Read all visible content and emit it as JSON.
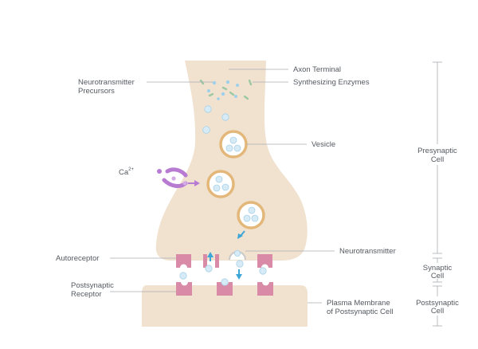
{
  "colors": {
    "cell": "#f1e2cf",
    "vesicle_ring": "#e3b77a",
    "vesicle_fill": "#ffffff",
    "particle": "#d6ebf6",
    "particle_stroke": "#a8d1e8",
    "enzyme": "#9cc9a4",
    "receptor": "#d98aa6",
    "arrow": "#3ea6d6",
    "calcium": "#b77bd1",
    "leader": "#a9adb2",
    "label": "#555a60"
  },
  "labels": {
    "axon_terminal": "Axon Terminal",
    "precursors_line1": "Neurotransmitter",
    "precursors_line2": "Precursors",
    "enzymes": "Synthesizing Enzymes",
    "vesicle": "Vesicle",
    "calcium": "Ca",
    "calcium_charge": "2+",
    "neurotransmitter": "Neurotransmitter",
    "autoreceptor": "Autoreceptor",
    "postsynaptic_receptor_line1": "Postsynaptic",
    "postsynaptic_receptor_line2": "Receptor",
    "plasma_membrane_line1": "Plasma Membrane",
    "plasma_membrane_line2": "of Postsynaptic Cell"
  },
  "regions": {
    "presynaptic_line1": "Presynaptic",
    "presynaptic_line2": "Cell",
    "synaptic_line1": "Synaptic",
    "synaptic_line2": "Cell",
    "postsynaptic_line1": "Postsynaptic",
    "postsynaptic_line2": "Cell"
  }
}
